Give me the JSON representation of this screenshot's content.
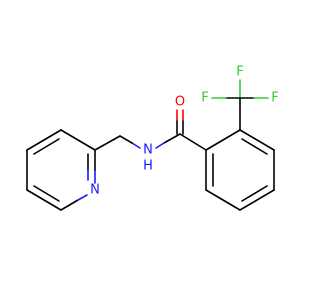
{
  "molecule": {
    "atoms": [
      {
        "id": "F1",
        "element": "F",
        "label": "F"
      },
      {
        "id": "F2",
        "element": "F",
        "label": "F"
      },
      {
        "id": "F3",
        "element": "F",
        "label": "F"
      },
      {
        "id": "O1",
        "element": "O",
        "label": "O"
      },
      {
        "id": "N1",
        "element": "N",
        "label": "N"
      },
      {
        "id": "H1",
        "element": "H",
        "label": "H"
      },
      {
        "id": "N2",
        "element": "N",
        "label": "N"
      }
    ]
  },
  "colors": {
    "carbon_bond": "#000000",
    "nitrogen": "#1a1aff",
    "oxygen": "#ff0000",
    "fluorine": "#33cc33",
    "background": "#ffffff"
  }
}
